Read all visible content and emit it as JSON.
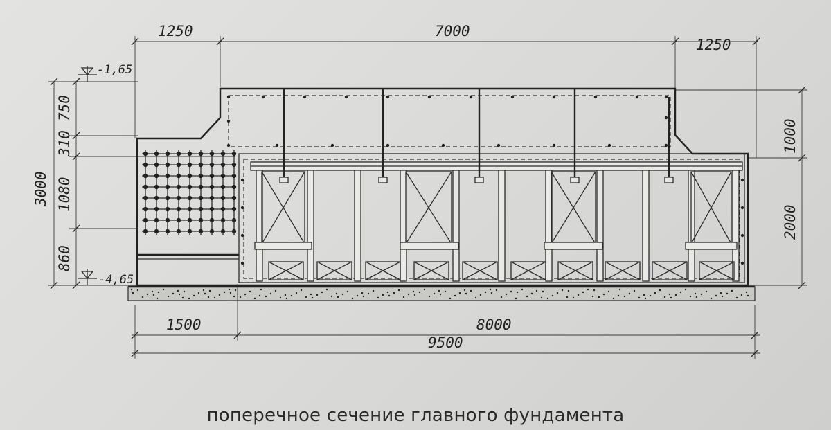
{
  "caption": "поперечное сечение главного фундамента",
  "dimensions": {
    "top_left": "1250",
    "top_center": "7000",
    "top_right": "1250",
    "bottom_left": "1500",
    "bottom_center": "8000",
    "bottom_total": "9500",
    "left_total": "3000",
    "left_seg_1": "750",
    "left_seg_2": "310",
    "left_seg_3": "1080",
    "left_seg_4": "860",
    "right_upper": "1000",
    "right_lower": "2000"
  },
  "level_marks": {
    "top": "-1,65",
    "bottom": "-4,65"
  }
}
